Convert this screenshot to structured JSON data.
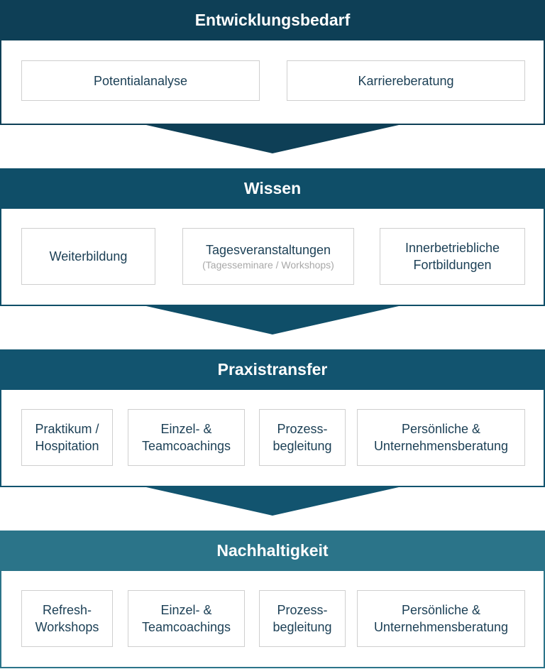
{
  "colors": {
    "stage1": "#0e3f56",
    "stage2": "#0f4e68",
    "stage3": "#12546f",
    "stage4": "#2b7489",
    "box_text": "#1b3f55",
    "box_border": "#cfcfcf",
    "sub_text": "#a8a8a8"
  },
  "stages": [
    {
      "title": "Entwicklungsbedarf",
      "items": [
        {
          "l1": "Potentialanalyse"
        },
        {
          "l1": "Karriereberatung"
        }
      ]
    },
    {
      "title": "Wissen",
      "items": [
        {
          "l1": "Weiterbildung"
        },
        {
          "l1": "Tagesveranstaltungen",
          "sub": "(Tagesseminare / Workshops)"
        },
        {
          "l1": "Innerbetriebliche",
          "l2": "Fortbildungen"
        }
      ]
    },
    {
      "title": "Praxistransfer",
      "items": [
        {
          "l1": "Praktikum /",
          "l2": "Hospitation"
        },
        {
          "l1": "Einzel- &",
          "l2": "Teamcoachings"
        },
        {
          "l1": "Prozess-",
          "l2": "begleitung"
        },
        {
          "l1": "Persönliche &",
          "l2": "Unternehmensberatung"
        }
      ]
    },
    {
      "title": "Nachhaltigkeit",
      "items": [
        {
          "l1": "Refresh-",
          "l2": "Workshops"
        },
        {
          "l1": "Einzel- &",
          "l2": "Teamcoachings"
        },
        {
          "l1": "Prozess-",
          "l2": "begleitung"
        },
        {
          "l1": "Persönliche &",
          "l2": "Unternehmensberatung"
        }
      ]
    }
  ]
}
